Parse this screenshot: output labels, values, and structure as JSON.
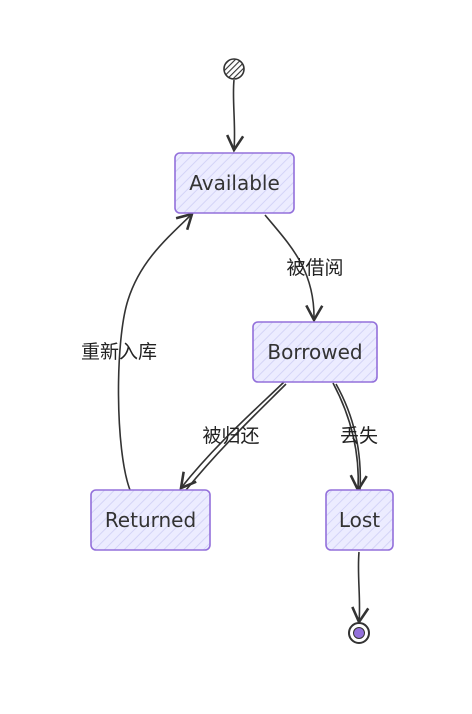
{
  "diagram": {
    "type": "state",
    "states": [
      {
        "id": "available",
        "label": "Available"
      },
      {
        "id": "borrowed",
        "label": "Borrowed"
      },
      {
        "id": "returned",
        "label": "Returned"
      },
      {
        "id": "lost",
        "label": "Lost"
      }
    ],
    "transitions": [
      {
        "from": "start",
        "to": "available",
        "label": ""
      },
      {
        "from": "available",
        "to": "borrowed",
        "label": "被借阅"
      },
      {
        "from": "borrowed",
        "to": "returned",
        "label": "被归还"
      },
      {
        "from": "borrowed",
        "to": "lost",
        "label": "丢失"
      },
      {
        "from": "returned",
        "to": "available",
        "label": "重新入库"
      },
      {
        "from": "lost",
        "to": "end",
        "label": ""
      }
    ]
  },
  "colors": {
    "state_fill": "#ECECFF",
    "state_stroke": "#9370DB",
    "edge": "#333333",
    "end_fill": "#9370DB"
  }
}
